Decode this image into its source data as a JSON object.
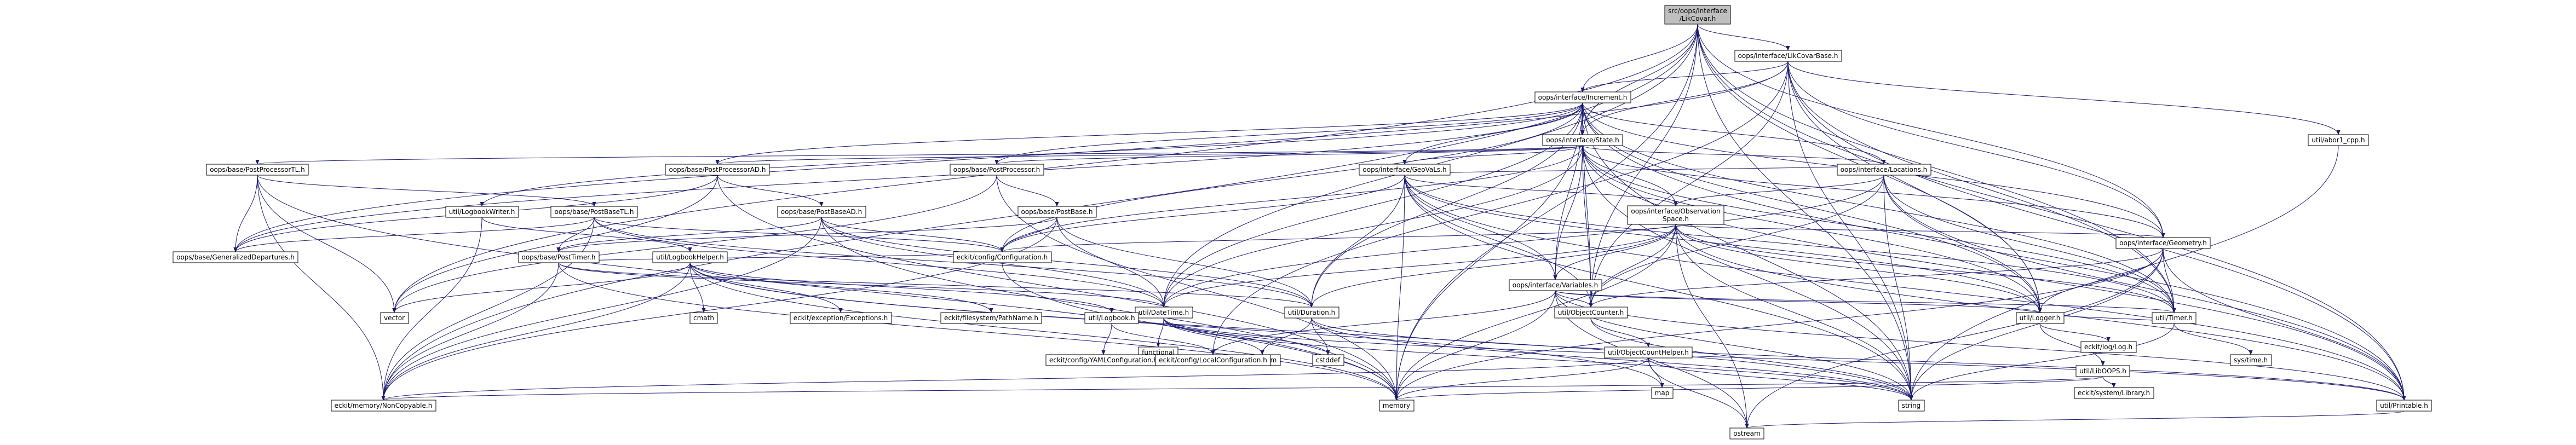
{
  "graph": {
    "nodes": [
      {
        "id": "root",
        "lines": [
          "src/oops/interface",
          "/LikCovar.h"
        ],
        "root": true
      },
      {
        "id": "likcovarbase",
        "lines": [
          "oops/interface/LikCovarBase.h"
        ]
      },
      {
        "id": "increment",
        "lines": [
          "oops/interface/Increment.h"
        ]
      },
      {
        "id": "state",
        "lines": [
          "oops/interface/State.h"
        ]
      },
      {
        "id": "ppTL",
        "lines": [
          "oops/base/PostProcessorTL.h"
        ]
      },
      {
        "id": "ppAD",
        "lines": [
          "oops/base/PostProcessorAD.h"
        ]
      },
      {
        "id": "pp",
        "lines": [
          "oops/base/PostProcessor.h"
        ]
      },
      {
        "id": "geovals",
        "lines": [
          "oops/interface/GeoVaLs.h"
        ]
      },
      {
        "id": "locations",
        "lines": [
          "oops/interface/Locations.h"
        ]
      },
      {
        "id": "abor1",
        "lines": [
          "util/abor1_cpp.h"
        ]
      },
      {
        "id": "logbookWriter",
        "lines": [
          "util/LogbookWriter.h"
        ]
      },
      {
        "id": "pbTL",
        "lines": [
          "oops/base/PostBaseTL.h"
        ]
      },
      {
        "id": "pbAD",
        "lines": [
          "oops/base/PostBaseAD.h"
        ]
      },
      {
        "id": "pb",
        "lines": [
          "oops/base/PostBase.h"
        ]
      },
      {
        "id": "obsspace",
        "lines": [
          "oops/interface/Observation",
          "Space.h"
        ]
      },
      {
        "id": "variables",
        "lines": [
          "oops/interface/Variables.h"
        ]
      },
      {
        "id": "geometry",
        "lines": [
          "oops/interface/Geometry.h"
        ]
      },
      {
        "id": "gendep",
        "lines": [
          "oops/base/GeneralizedDepartures.h"
        ]
      },
      {
        "id": "posttimer",
        "lines": [
          "oops/base/PostTimer.h"
        ]
      },
      {
        "id": "logbookHelper",
        "lines": [
          "util/LogbookHelper.h"
        ]
      },
      {
        "id": "config",
        "lines": [
          "eckit/config/Configuration.h"
        ]
      },
      {
        "id": "datetime",
        "lines": [
          "util/DateTime.h"
        ]
      },
      {
        "id": "duration",
        "lines": [
          "util/Duration.h"
        ]
      },
      {
        "id": "objcounter",
        "lines": [
          "util/ObjectCounter.h"
        ]
      },
      {
        "id": "logger",
        "lines": [
          "util/Logger.h"
        ]
      },
      {
        "id": "timer",
        "lines": [
          "util/Timer.h"
        ]
      },
      {
        "id": "vector",
        "lines": [
          "vector"
        ]
      },
      {
        "id": "cmath",
        "lines": [
          "cmath"
        ]
      },
      {
        "id": "exceptions",
        "lines": [
          "eckit/exception/Exceptions.h"
        ]
      },
      {
        "id": "pathname",
        "lines": [
          "eckit/filesystem/PathName.h"
        ]
      },
      {
        "id": "ecLogbook",
        "lines": [
          "util/Logbook.h"
        ]
      },
      {
        "id": "functional",
        "lines": [
          "functional"
        ]
      },
      {
        "id": "iostream",
        "lines": [
          "iostream"
        ]
      },
      {
        "id": "cstddef",
        "lines": [
          "cstddef"
        ]
      },
      {
        "id": "objcounthelper",
        "lines": [
          "util/ObjectCountHelper.h"
        ]
      },
      {
        "id": "loglog",
        "lines": [
          "eckit/log/Log.h"
        ]
      },
      {
        "id": "systime",
        "lines": [
          "sys/time.h"
        ]
      },
      {
        "id": "libooops",
        "lines": [
          "util/LibOOPS.h"
        ]
      },
      {
        "id": "yamlconfig",
        "lines": [
          "eckit/config/YAMLConfiguration.h"
        ]
      },
      {
        "id": "localconfig",
        "lines": [
          "eckit/config/LocalConfiguration.h"
        ]
      },
      {
        "id": "noncopyable",
        "lines": [
          "eckit/memory/NonCopyable.h"
        ]
      },
      {
        "id": "memory",
        "lines": [
          "memory"
        ]
      },
      {
        "id": "map",
        "lines": [
          "map"
        ]
      },
      {
        "id": "library",
        "lines": [
          "eckit/system/Library.h"
        ]
      },
      {
        "id": "string",
        "lines": [
          "string"
        ]
      },
      {
        "id": "printable",
        "lines": [
          "util/Printable.h"
        ]
      },
      {
        "id": "ostream",
        "lines": [
          "ostream"
        ]
      }
    ]
  }
}
